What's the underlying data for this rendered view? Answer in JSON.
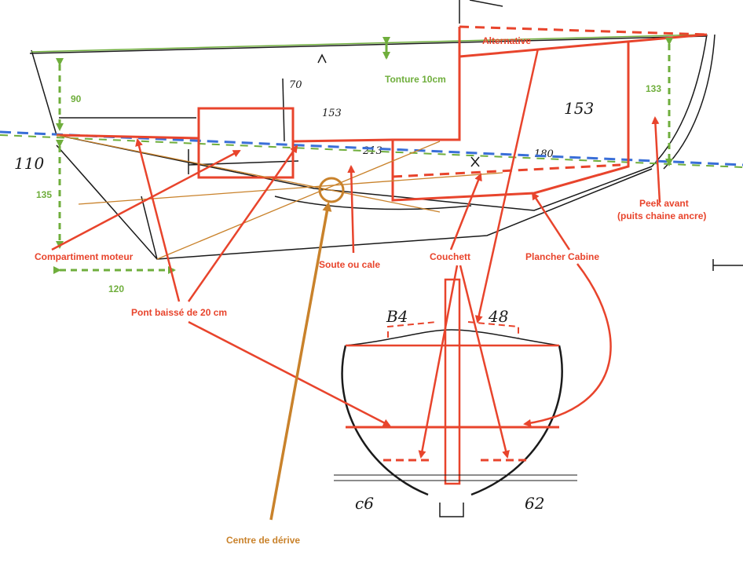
{
  "colors": {
    "ink": "#1a1a1a",
    "red": "#e8442c",
    "green": "#6fae3c",
    "blue": "#3a6fd8",
    "orange": "#c9822b"
  },
  "labels": {
    "alternative": "Alternative",
    "tonture": "Tonture 10cm",
    "peek_avant_1": "Peek avant",
    "peek_avant_2": "(puits chaine ancre)",
    "compartiment_moteur": "Compartiment moteur",
    "soute": "Soute ou cale",
    "couchett": "Couchett",
    "plancher_cabine": "Plancher Cabine",
    "pont_baisse": "Pont baissé de 20 cm",
    "centre_derive": "Centre de dérive"
  },
  "dimensions": {
    "d90": "90",
    "d133": "133",
    "d135": "135",
    "d120": "120"
  },
  "handwritten": {
    "h70": "70",
    "h153_small": "153",
    "h153_large": "153",
    "h110": "110",
    "h213": "213",
    "h180": "180",
    "b84_left": "B4",
    "b84_right": "48",
    "bottom_left": "c6",
    "bottom_right": "62"
  }
}
